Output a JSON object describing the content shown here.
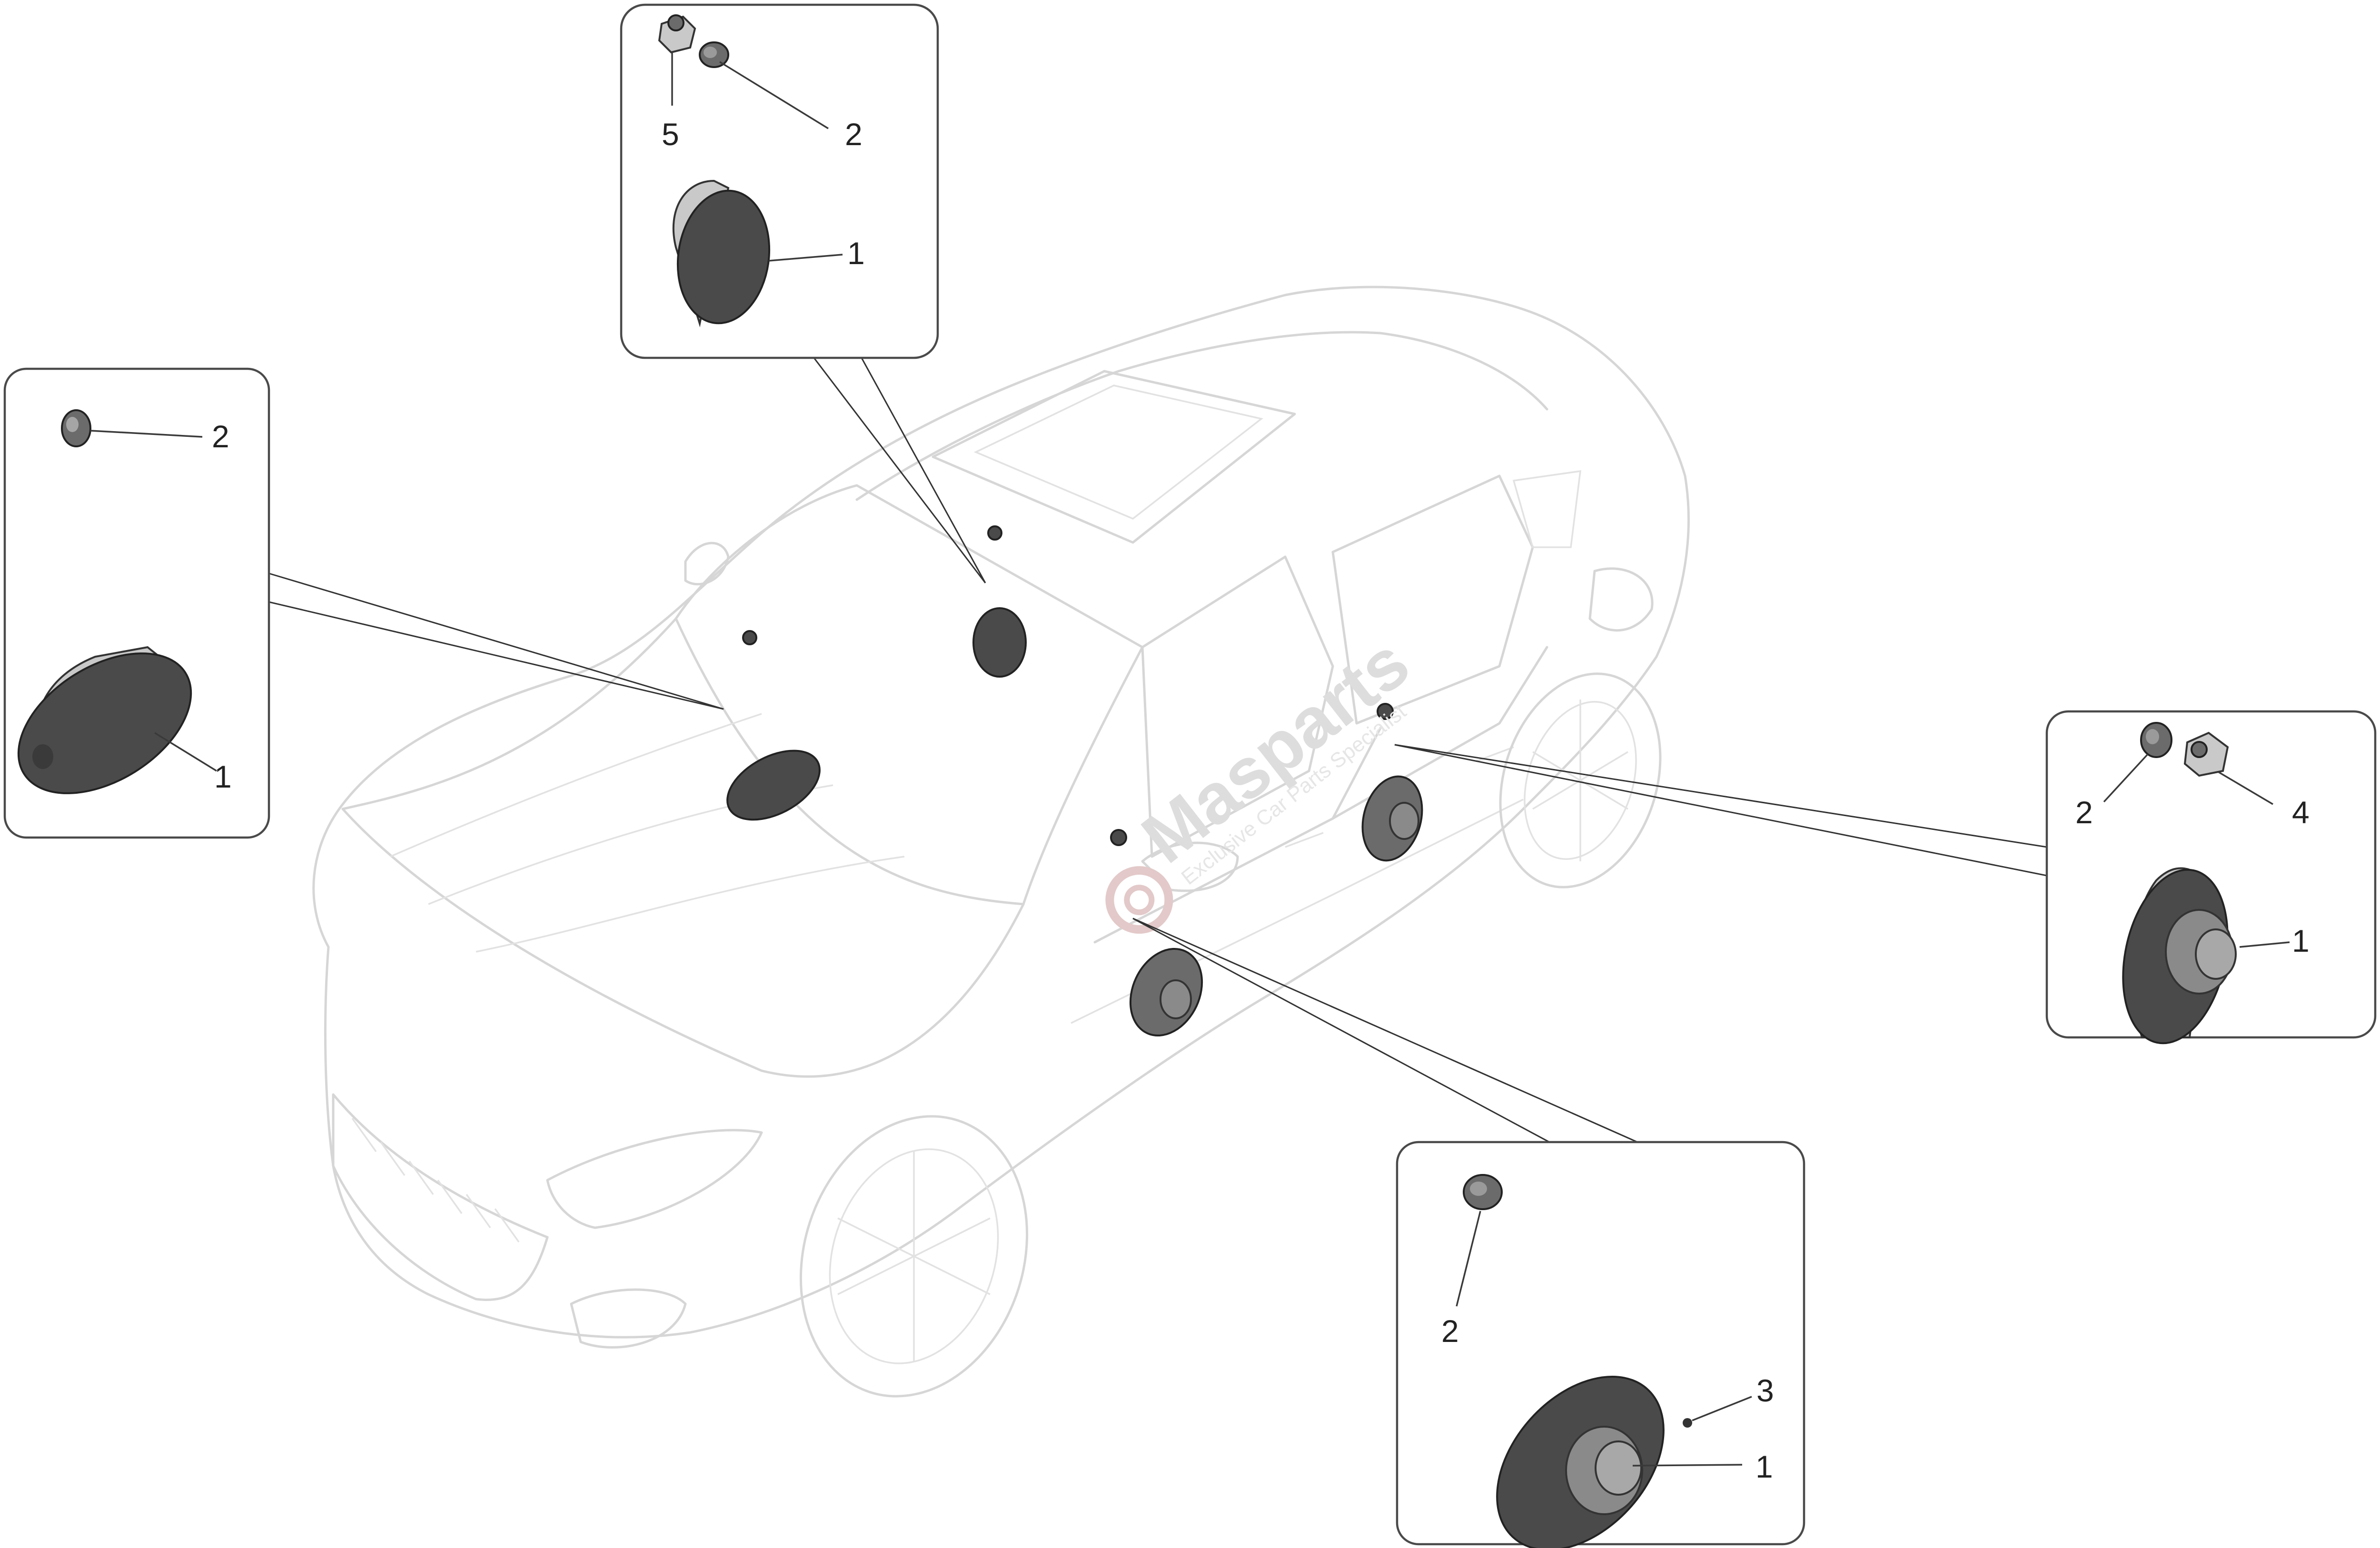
{
  "watermark": {
    "brand": "Masparts",
    "tagline": "Exclusive Car Parts Specialist",
    "icon": "gear-logo-icon"
  },
  "callouts": {
    "windshield": {
      "screw": "5",
      "cap": "2",
      "tweeter": "1"
    },
    "dash_left": {
      "cap": "2",
      "speaker": "1"
    },
    "rear_door": {
      "cap": "2",
      "bracket": "4",
      "speaker": "1"
    },
    "front_door": {
      "cap": "2",
      "screw": "3",
      "speaker": "1"
    }
  },
  "colors": {
    "part_fill": "#4a4a4a",
    "outline": "#333333",
    "car_outline": "#d6d6d6"
  }
}
